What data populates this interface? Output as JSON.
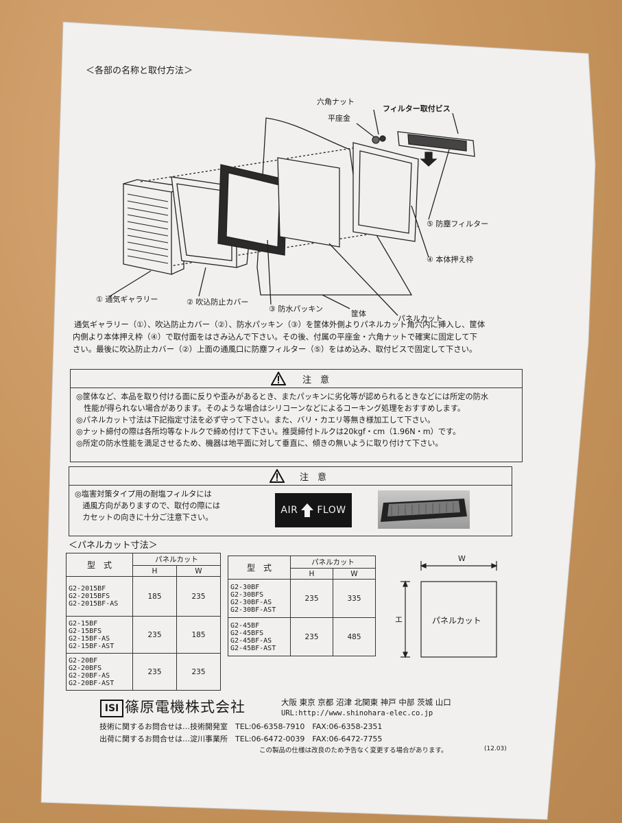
{
  "header": {
    "section1_title": "＜各部の名称と取付方法＞",
    "section2_title": "＜パネルカット寸法＞"
  },
  "diagram": {
    "labels": {
      "hex_nut": "六角ナット",
      "flat_washer": "平座金",
      "filter_screw": "フィルター取付ビス",
      "dust_filter": "⑤ 防塵フィルター",
      "body_frame": "④ 本体押え枠",
      "gallery": "① 通気ギャラリー",
      "cover": "② 吹込防止カバー",
      "packing": "③ 防水パッキン",
      "housing": "筐体",
      "panel_cut": "パネルカット"
    }
  },
  "instructions": [
    "通気ギャラリー（①）、吹込防止カバー（②）、防水パッキン（③）を筐体外側よりパネルカット角穴内に挿入し、筐体",
    "内側より本体押え枠（④）で取付面をはさみ込んで下さい。その後、付属の平座金・六角ナットで確実に固定して下",
    "さい。最後に吹込防止カバー（②）上面の通風口に防塵フィルター（⑤）をはめ込み、取付ビスで固定して下さい。"
  ],
  "caution1": {
    "title": "注　意",
    "items": [
      "◎筐体など、本品を取り付ける面に反りや歪みがあるとき、またパッキンに劣化等が認められるときなどには所定の防水",
      "　性能が得られない場合があります。そのような場合はシリコーンなどによるコーキング処理をおすすめします。",
      "◎パネルカット寸法は下記指定寸法を必ず守って下さい。また、バリ・カエリ等無き様加工して下さい。",
      "◎ナット締付の際は各所均等なトルクで締め付けて下さい。推奨締付トルクは20kgf・cm（1.96N・m）です。",
      "◎所定の防水性能を満足させるため、機器は地平面に対して垂直に、傾きの無いように取り付けて下さい。"
    ]
  },
  "caution2": {
    "title": "注　意",
    "items": [
      "◎塩害対策タイプ用の耐塩フィルタには",
      "　通風方向がありますので、取付の際には",
      "　カセットの向きに十分ご注意下さい。"
    ],
    "airflow_left": "AIR",
    "airflow_right": "FLOW"
  },
  "table1": {
    "h_model": "型　式",
    "h_panel": "パネルカット",
    "h_h": "H",
    "h_w": "W",
    "rows": [
      {
        "models": [
          "G2-2015BF",
          "G2-2015BFS",
          "G2-2015BF-AS"
        ],
        "h": "185",
        "w": "235"
      },
      {
        "models": [
          "G2-15BF",
          "G2-15BFS",
          "G2-15BF-AS",
          "G2-15BF-AST"
        ],
        "h": "235",
        "w": "185"
      },
      {
        "models": [
          "G2-20BF",
          "G2-20BFS",
          "G2-20BF-AS",
          "G2-20BF-AST"
        ],
        "h": "235",
        "w": "235"
      }
    ]
  },
  "table2": {
    "h_model": "型　式",
    "h_panel": "パネルカット",
    "h_h": "H",
    "h_w": "W",
    "rows": [
      {
        "models": [
          "G2-30BF",
          "G2-30BFS",
          "G2-30BF-AS",
          "G2-30BF-AST"
        ],
        "h": "235",
        "w": "335"
      },
      {
        "models": [
          "G2-45BF",
          "G2-45BFS",
          "G2-45BF-AS",
          "G2-45BF-AST"
        ],
        "h": "235",
        "w": "485"
      }
    ]
  },
  "dimension_figure": {
    "w_label": "W",
    "h_label": "エ",
    "inner_label": "パネルカット"
  },
  "footer": {
    "logo_text": "ISI",
    "company": "篠原電機株式会社",
    "branches": "大阪 東京 京都 沼津 北関東 神戸 中部 茨城 山口",
    "url": "URL:http://www.shinohara-elec.co.jp",
    "tech_contact": "技術に関するお問合せは…技術開発室　TEL:06-6358-7910　FAX:06-6358-2351",
    "ship_contact": "出荷に関するお問合せは…淀川事業所　TEL:06-6472-0039　FAX:06-6472-7755",
    "note": "この製品の仕様は改良のため予告なく変更する場合があります。",
    "code": "(12.03)"
  }
}
